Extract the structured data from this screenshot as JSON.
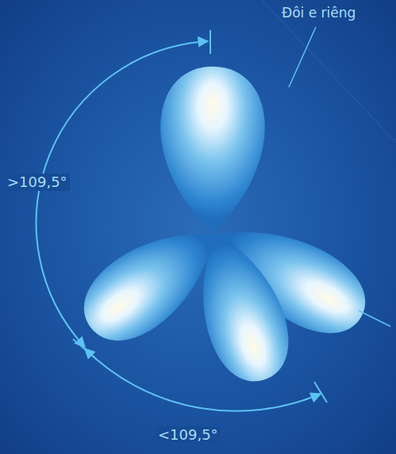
{
  "diagram": {
    "labels": [
      "Đôi e riêng",
      ">109,5°",
      "<109,5°"
    ]
  }
}
